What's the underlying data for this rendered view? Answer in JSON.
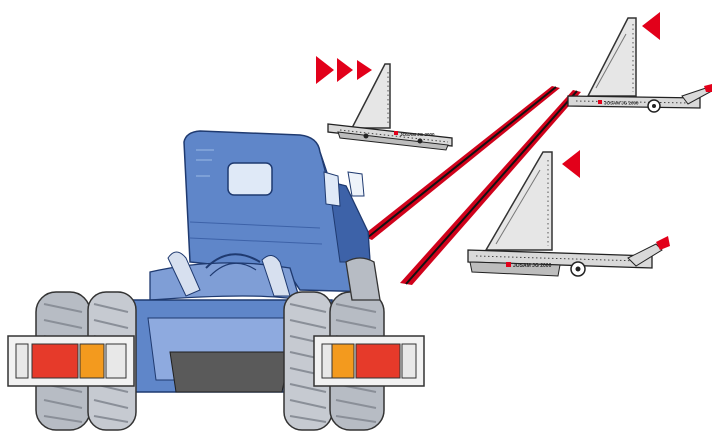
{
  "figure": {
    "subject": "truck chassis wheel alignment with laser measuring gauges",
    "colors": {
      "cab_blue": "#5f86c9",
      "cab_blue_dark": "#3d62a8",
      "laser_red": "#d0021b",
      "laser_black": "#111111",
      "arrow_red": "#e2001a",
      "tire": "#b7bcc4",
      "gauge_metal": "#d9d9d9",
      "taillight_red": "#e63a2a",
      "taillight_amber": "#f39a1e"
    }
  },
  "gauges": {
    "rear_left": {
      "brand": "JOSAM JG 2000",
      "arrow_count": 3,
      "arrow_direction": "right"
    },
    "rear_right": {
      "brand": "JOSAM JG 2000",
      "arrow_count": 1,
      "arrow_direction": "left"
    },
    "front_right": {
      "brand": "JOSAM JG 2000",
      "arrow_count": 1,
      "arrow_direction": "left"
    }
  }
}
